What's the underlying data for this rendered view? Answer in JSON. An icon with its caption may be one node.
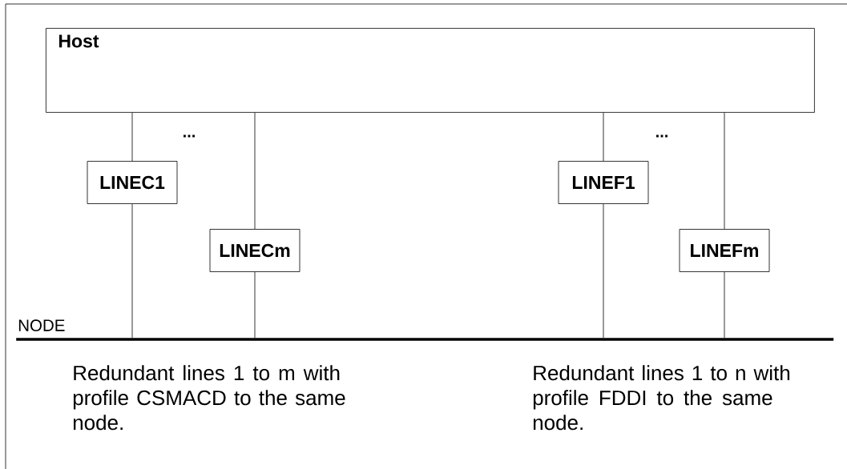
{
  "diagram": {
    "nodes": [
      {
        "text": [
          "Host"
        ]
      },
      {
        "text": [
          "LINEC1"
        ]
      },
      {
        "text": [
          "LINECm"
        ]
      },
      {
        "text": [
          "LINEF1"
        ]
      },
      {
        "text": [
          "LINEFm"
        ]
      },
      {
        "text": [
          "NODE"
        ]
      }
    ],
    "edges": [
      {
        "from": 0,
        "to": 1,
        "arrow": "none"
      },
      {
        "from": 1,
        "to": 5,
        "arrow": "none"
      },
      {
        "from": 0,
        "to": 2,
        "arrow": "none"
      },
      {
        "from": 2,
        "to": 5,
        "arrow": "none"
      },
      {
        "from": 0,
        "to": 3,
        "arrow": "none"
      },
      {
        "from": 3,
        "to": 5,
        "arrow": "none"
      },
      {
        "from": 0,
        "to": 4,
        "arrow": "none"
      },
      {
        "from": 4,
        "to": 5,
        "arrow": "none"
      }
    ],
    "labels": [
      "...",
      "...",
      "Redundant lines 1 to m with profile CSMACD to the same node.",
      "Redundant lines 1 to n with profile FDDI to the same node."
    ]
  }
}
